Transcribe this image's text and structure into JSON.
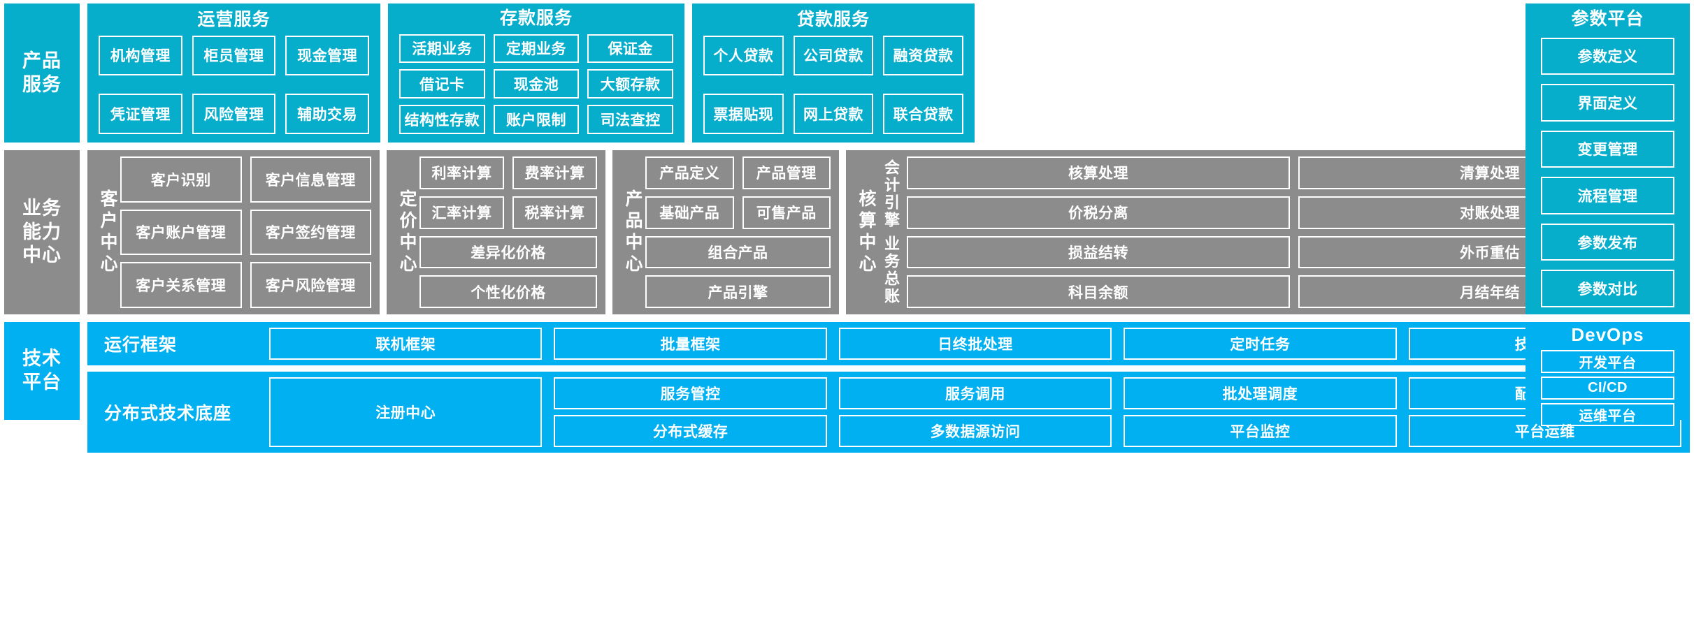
{
  "colors": {
    "teal": "#06AECB",
    "gray": "#8C8C8C",
    "blue": "#00B0F0",
    "border": "#FFFFFF"
  },
  "layers": {
    "product_service": "产品\n服务",
    "business_capability": "业务\n能力\n中心",
    "technology_platform": "技术\n平台"
  },
  "product_service": {
    "label": "产品服务",
    "groups": [
      {
        "title": "运营服务",
        "items": [
          "机构管理",
          "柜员管理",
          "现金管理",
          "凭证管理",
          "风险管理",
          "辅助交易"
        ]
      },
      {
        "title": "存款服务",
        "items": [
          "活期业务",
          "定期业务",
          "保证金",
          "借记卡",
          "现金池",
          "大额存款",
          "结构性存款",
          "账户限制",
          "司法查控"
        ]
      },
      {
        "title": "贷款服务",
        "items": [
          "个人贷款",
          "公司贷款",
          "融资贷款",
          "票据贴现",
          "网上贷款",
          "联合贷款"
        ]
      }
    ]
  },
  "param_platform": {
    "title": "参数平台",
    "items": [
      "参数定义",
      "界面定义",
      "变更管理",
      "流程管理",
      "参数发布",
      "参数对比"
    ]
  },
  "business_capability": {
    "label": "业务能力中心",
    "centers": [
      {
        "name": "客户中心",
        "items": [
          "客户识别",
          "客户信息管理",
          "客户账户管理",
          "客户签约管理",
          "客户关系管理",
          "客户风险管理"
        ]
      },
      {
        "name": "定价中心",
        "items": [
          "利率计算",
          "费率计算",
          "汇率计算",
          "税率计算",
          "差异化价格",
          "个性化价格"
        ],
        "full_width_from": 4
      },
      {
        "name": "产品中心",
        "items": [
          "产品定义",
          "产品管理",
          "基础产品",
          "可售产品",
          "组合产品",
          "产品引擎"
        ],
        "full_width_from": 4
      },
      {
        "name": "核算中心",
        "sub_labels": [
          "会计引擎",
          "业务总账"
        ],
        "items": [
          "核算处理",
          "清算处理",
          "价税分离",
          "对账处理",
          "损益结转",
          "外币重估",
          "科目余额",
          "月结年结"
        ]
      }
    ]
  },
  "technology_platform": {
    "label": "技术平台",
    "rows": [
      {
        "label": "运行框架",
        "items": [
          "联机框架",
          "批量框架",
          "日终批处理",
          "定时任务",
          "技术组件"
        ]
      },
      {
        "label": "分布式技术底座",
        "items": [
          "注册中心",
          "服务管控",
          "服务调用",
          "批处理调度",
          "配置管理",
          "分布式缓存",
          "多数据源访问",
          "平台监控",
          "平台运维"
        ]
      }
    ]
  },
  "devops": {
    "title": "DevOps",
    "items": [
      "开发平台",
      "CI/CD",
      "运维平台"
    ]
  }
}
